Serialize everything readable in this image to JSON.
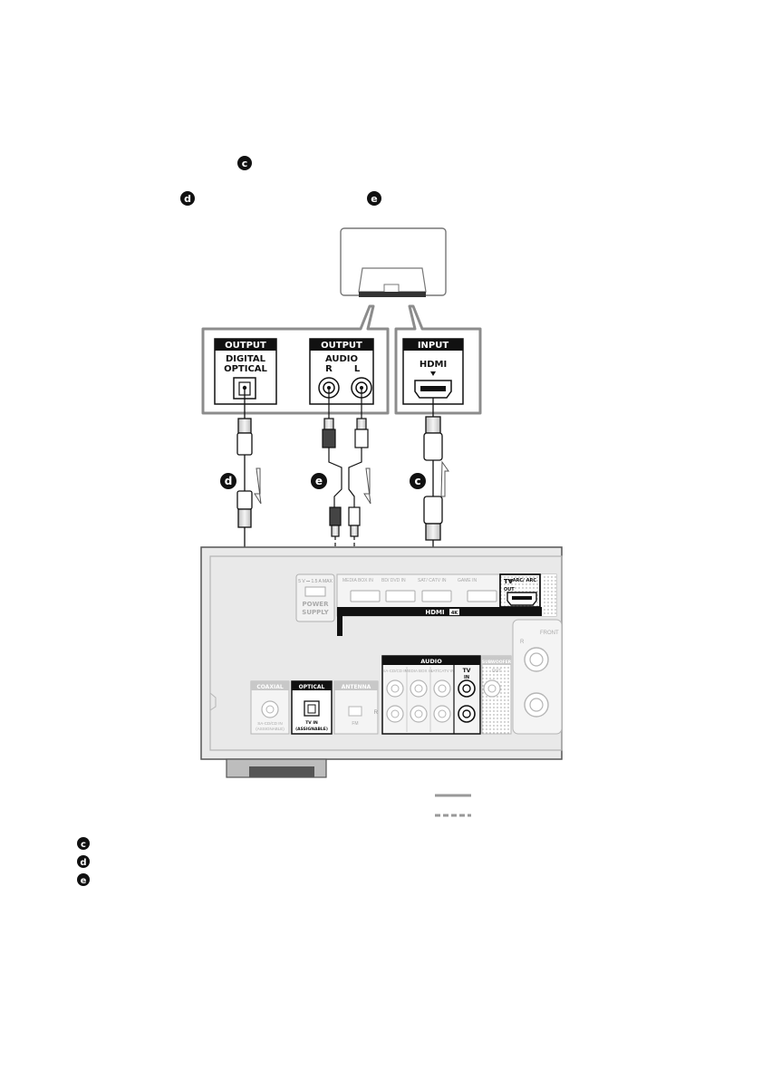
{
  "markers": {
    "c": "c",
    "d": "d",
    "e": "e"
  },
  "tv_panel": {
    "optical_header": "OUTPUT",
    "optical_label_1": "DIGITAL",
    "optical_label_2": "OPTICAL",
    "audio_header": "OUTPUT",
    "audio_label": "AUDIO",
    "audio_r": "R",
    "audio_l": "L",
    "hdmi_header": "INPUT",
    "hdmi_label": "HDMI"
  },
  "receiver": {
    "usb_label_1": "5 V ⎓ 1.5 A MAX",
    "usb_label_2": "POWER",
    "usb_label_3": "SUPPLY",
    "hdmi_in_1": "MEDIA BOX IN",
    "hdmi_in_2": "BD/ DVD IN",
    "hdmi_in_3": "SAT/ CATV IN",
    "hdmi_in_4": "GAME IN",
    "tv_out_1": "TV",
    "tv_out_2": "OUT",
    "tv_out_arc": "eARC/ ARC",
    "hdmi_bar": "HDMI",
    "hdmi_badge": "4K",
    "coaxial": "COAXIAL",
    "coaxial_sub_1": "SA-CD/CD IN",
    "coaxial_sub_2": "(ASSIGNABLE)",
    "optical": "OPTICAL",
    "optical_sub_1": "TV IN",
    "optical_sub_2": "(ASSIGNABLE)",
    "antenna": "ANTENNA",
    "fm": "FM",
    "audio_header": "AUDIO",
    "audio_1": "SA-CD/CD IN",
    "audio_2": "MEDIA BOX IN",
    "audio_3": "SAT/CATV IN",
    "audio_tv_1": "TV",
    "audio_tv_2": "IN",
    "audio_r": "R",
    "subwoofer_1": "SUBWOOFER",
    "subwoofer_2": "OUT",
    "front": "FRONT",
    "front_r": "R"
  },
  "colors": {
    "line": "#1a1a1a",
    "panel_border": "#8c8c8c",
    "receiver": "#e9e9e9"
  }
}
